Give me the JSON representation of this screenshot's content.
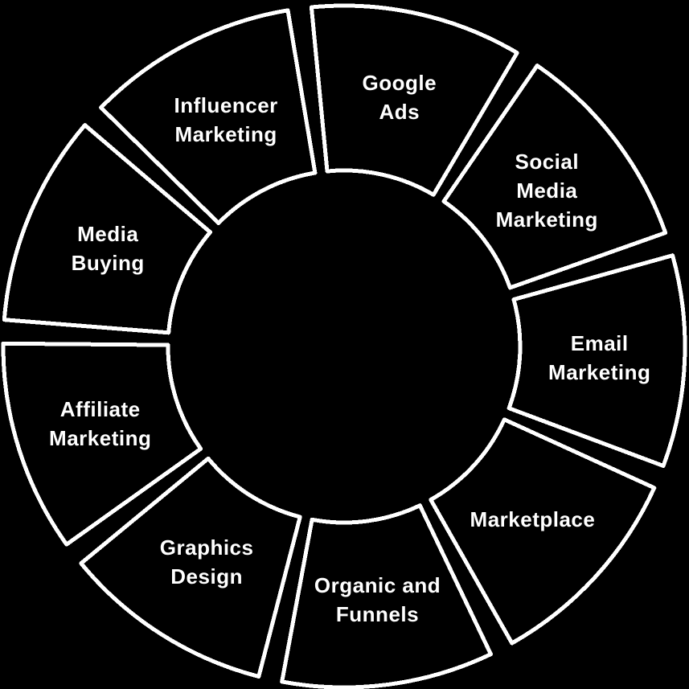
{
  "diagram": {
    "type": "circular-segment-wheel",
    "background_color": "#000000",
    "outline_color": "#ffffff",
    "text_color": "#ffffff",
    "center_empty": true,
    "segment_count": 9,
    "segments": [
      {
        "id": "google-ads",
        "label": "Google Ads",
        "lines": [
          "Google",
          "Ads"
        ]
      },
      {
        "id": "social-media-marketing",
        "label": "Social Media Marketing",
        "lines": [
          "Social",
          "Media",
          "Marketing"
        ]
      },
      {
        "id": "email-marketing",
        "label": "Email Marketing",
        "lines": [
          "Email",
          "Marketing"
        ]
      },
      {
        "id": "marketplace",
        "label": "Marketplace",
        "lines": [
          "Marketplace"
        ]
      },
      {
        "id": "organic-and-funnels",
        "label": "Organic and Funnels",
        "lines": [
          "Organic and",
          "Funnels"
        ]
      },
      {
        "id": "graphics-design",
        "label": "Graphics Design",
        "lines": [
          "Graphics",
          "Design"
        ]
      },
      {
        "id": "affiliate-marketing",
        "label": "Affiliate Marketing",
        "lines": [
          "Affiliate",
          "Marketing"
        ]
      },
      {
        "id": "media-buying",
        "label": "Media Buying",
        "lines": [
          "Media",
          "Buying"
        ]
      },
      {
        "id": "influencer-marketing",
        "label": "Influencer Marketing",
        "lines": [
          "Influencer",
          "Marketing"
        ]
      }
    ]
  }
}
